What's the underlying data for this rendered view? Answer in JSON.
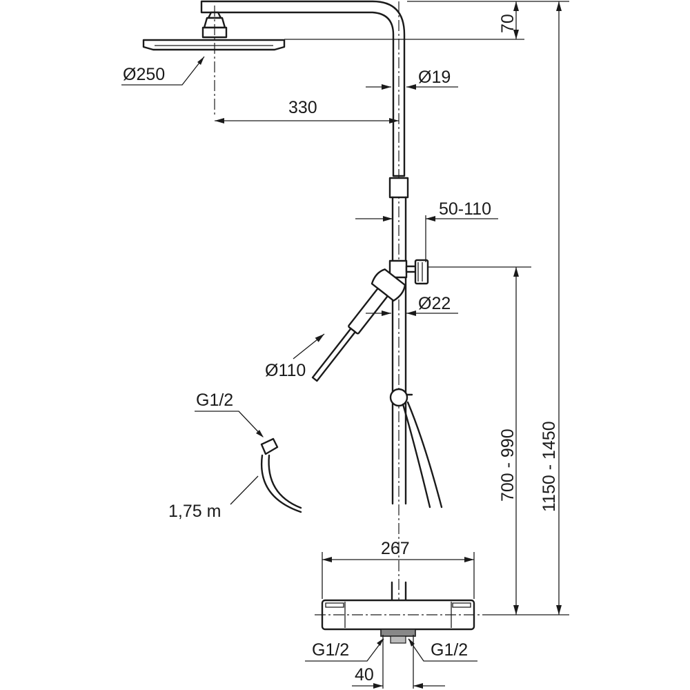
{
  "labels": {
    "showerhead_diameter": "Ø250",
    "pipe_diameter_upper": "Ø19",
    "arm_length": "330",
    "top_offset": "70",
    "slider_range": "50-110",
    "pipe_diameter_lower": "Ø22",
    "handshower_diameter": "Ø110",
    "hose_thread": "G1/2",
    "hose_length": "1,75 m",
    "slider_height": "700 - 990",
    "total_height": "1150 - 1450",
    "mixer_width": "267",
    "inlet_left": "G1/2",
    "inlet_right": "G1/2",
    "outlet_spacing": "40"
  }
}
